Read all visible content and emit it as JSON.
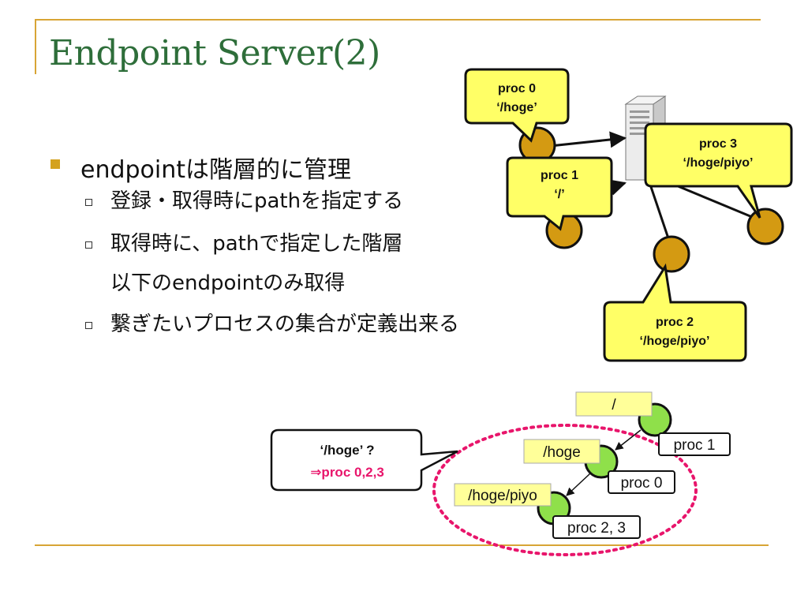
{
  "title": "Endpoint Server(2)",
  "bullets": {
    "main": "endpointは階層的に管理",
    "sub1": "登録・取得時にpathを指定する",
    "sub2a": "取得時に、pathで指定した階層",
    "sub2b": "以下のendpointのみ取得",
    "sub3": "繋ぎたいプロセスの集合が定義出来る"
  },
  "top_diagram": {
    "callouts": {
      "proc0": {
        "line1": "proc 0",
        "line2": "‘/hoge’"
      },
      "proc1": {
        "line1": "proc 1",
        "line2": "‘/’"
      },
      "proc2": {
        "line1": "proc 2",
        "line2": "‘/hoge/piyo’"
      },
      "proc3": {
        "line1": "proc 3",
        "line2": "‘/hoge/piyo’"
      }
    },
    "server_icon": "server-tower-icon",
    "colors": {
      "callout_fill": "#ffff66",
      "node_fill": "#d49a12"
    }
  },
  "tree_diagram": {
    "query": {
      "line1": "‘/hoge’ ?",
      "line2": "⇒proc 0,2,3"
    },
    "paths": {
      "root": "/",
      "hoge": "/hoge",
      "piyo": "/hoge/piyo"
    },
    "procs": {
      "root": "proc 1",
      "hoge": "proc 0",
      "piyo": "proc 2, 3"
    },
    "colors": {
      "path_fill": "#ffff99",
      "node_fill": "#8fe04a",
      "ellipse": "#e8156b",
      "result": "#e8156b"
    }
  }
}
